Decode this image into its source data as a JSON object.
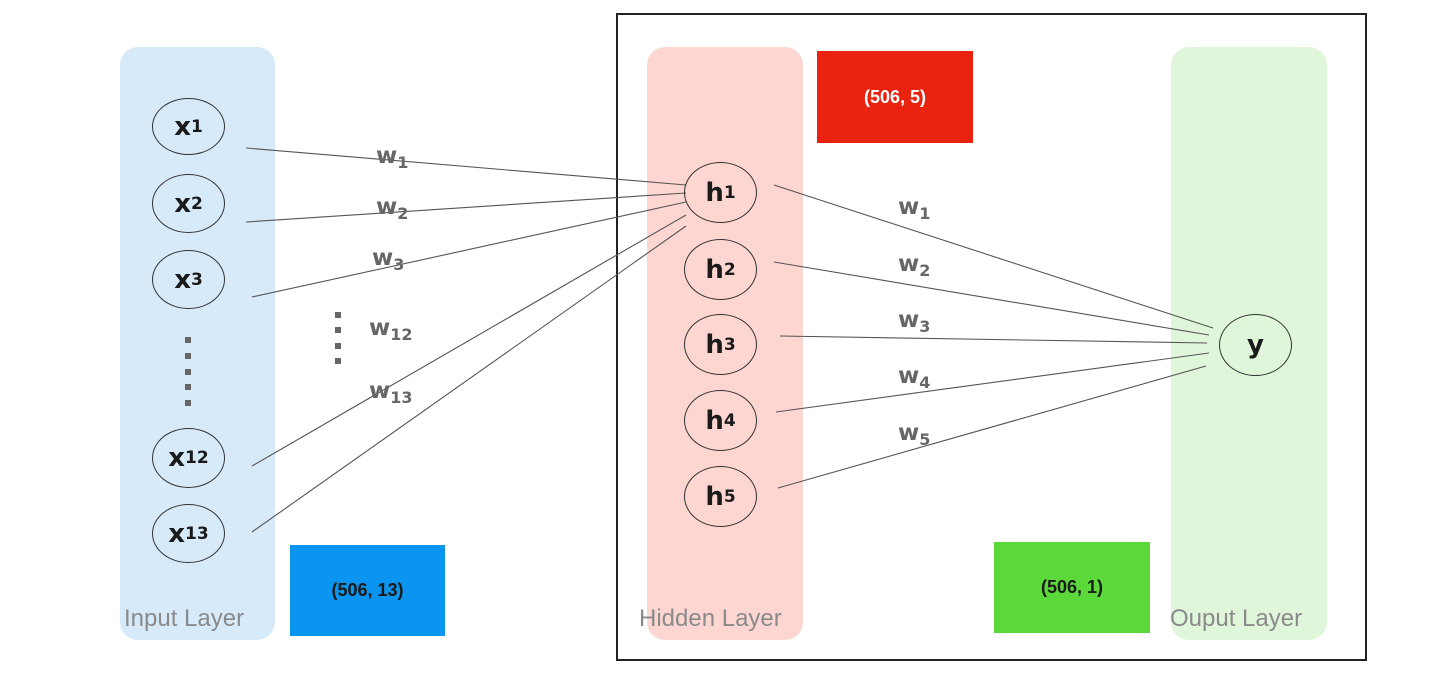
{
  "layers": {
    "input": {
      "label": "Input Layer",
      "color": "#d6eaf9"
    },
    "hidden": {
      "label": "Hidden Layer",
      "color": "#fdd6d2"
    },
    "output": {
      "label": "Ouput Layer",
      "color": "#e0f6da"
    }
  },
  "input_nodes": [
    {
      "base": "x",
      "sub": "1"
    },
    {
      "base": "x",
      "sub": "2"
    },
    {
      "base": "x",
      "sub": "3"
    },
    {
      "base": "x",
      "sub": "12"
    },
    {
      "base": "x",
      "sub": "13"
    }
  ],
  "hidden_nodes": [
    {
      "base": "h",
      "sub": "1"
    },
    {
      "base": "h",
      "sub": "2"
    },
    {
      "base": "h",
      "sub": "3"
    },
    {
      "base": "h",
      "sub": "4"
    },
    {
      "base": "h",
      "sub": "5"
    }
  ],
  "output_node": {
    "base": "y"
  },
  "input_weights": [
    {
      "base": "w",
      "sub": "1"
    },
    {
      "base": "w",
      "sub": "2"
    },
    {
      "base": "w",
      "sub": "3"
    },
    {
      "base": "w",
      "sub": "12"
    },
    {
      "base": "w",
      "sub": "13"
    }
  ],
  "hidden_weights": [
    {
      "base": "w",
      "sub": "1"
    },
    {
      "base": "w",
      "sub": "2"
    },
    {
      "base": "w",
      "sub": "3"
    },
    {
      "base": "w",
      "sub": "4"
    },
    {
      "base": "w",
      "sub": "5"
    }
  ],
  "shapes": {
    "input": {
      "text": "(506, 13)",
      "color": "#0a96f0",
      "text_color": "#1a1a1a"
    },
    "hidden": {
      "text": "(506, 5)",
      "color": "#ea2310",
      "text_color": "#ffffff"
    },
    "output": {
      "text": "(506, 1)",
      "color": "#5bd83a",
      "text_color": "#1a1a1a"
    }
  }
}
